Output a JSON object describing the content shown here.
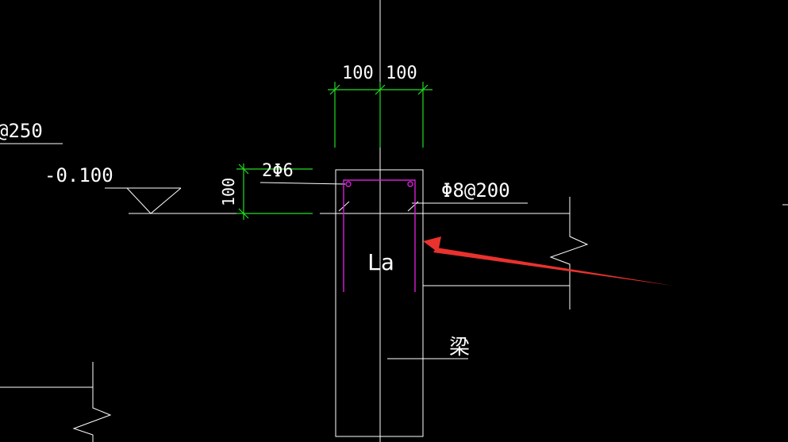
{
  "colors": {
    "background": "#000000",
    "lines": "#ffffff",
    "dimensions": "#22dd22",
    "rebar": "#d41fd4",
    "arrow": "#e8322e"
  },
  "labels": {
    "top_left_spacing": "@250",
    "elevation": "-0.100",
    "dim_left": "100",
    "dim_right": "100",
    "dim_vertical": "100",
    "top_bars": "2Φ6",
    "stirrup": "Φ8@200",
    "anchorage": "La",
    "beam": "梁"
  },
  "icons": {
    "elevation_marker": "triangle-elevation-symbol",
    "break_lines": "zigzag-break-line-symbol",
    "pointer": "red-arrow-annotation"
  }
}
